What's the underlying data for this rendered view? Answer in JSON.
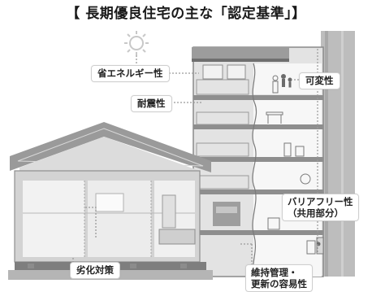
{
  "title": "【 長期優良住宅の主な「認定基準」】",
  "labels": {
    "energy_saving": "省エネルギー性",
    "adaptability": "可変性",
    "earthquake_resistance": "耐震性",
    "barrier_free_line1": "バリアフリー性",
    "barrier_free_line2": "（共用部分）",
    "deterioration_measures": "劣化対策",
    "maintenance_line1": "維持管理・",
    "maintenance_line2": "更新の容易性"
  },
  "colors": {
    "wall": "#e6e6e6",
    "wall_dark": "#bdbdbd",
    "frame": "#8e8e8e",
    "outline": "#5a5a5a",
    "dotted_line": "#9a9a9a",
    "sun": "#c8c8c8"
  }
}
